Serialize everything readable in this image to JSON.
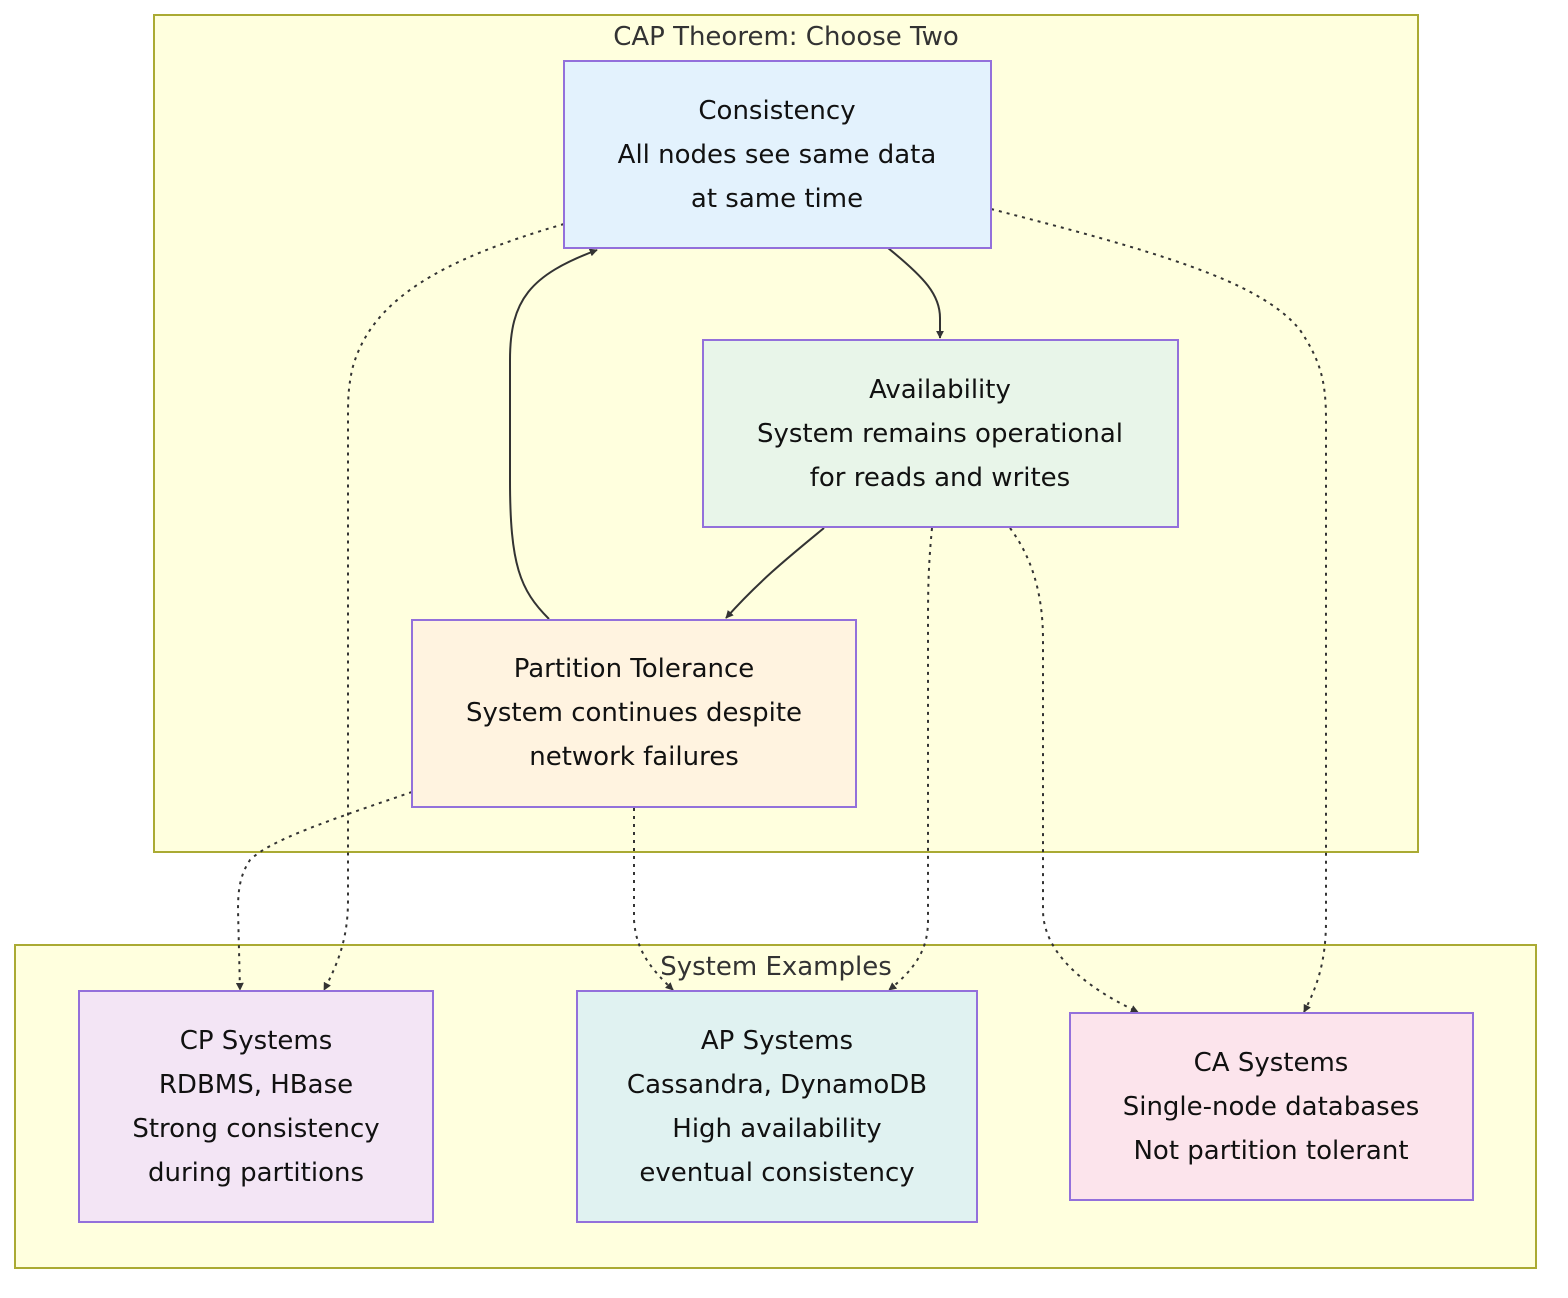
{
  "diagram": {
    "type": "flowchart",
    "clusters": [
      {
        "id": "cap",
        "label": "CAP Theorem: Choose Two"
      },
      {
        "id": "examples",
        "label": "System Examples"
      }
    ],
    "nodes": [
      {
        "id": "C",
        "cluster": "cap",
        "lines": [
          "Consistency",
          "All nodes see same data",
          "at same time"
        ],
        "fill": "#e3f2fd"
      },
      {
        "id": "A",
        "cluster": "cap",
        "lines": [
          "Availability",
          "System remains operational",
          "for reads and writes"
        ],
        "fill": "#e8f5e9"
      },
      {
        "id": "P",
        "cluster": "cap",
        "lines": [
          "Partition Tolerance",
          "System continues despite",
          "network failures"
        ],
        "fill": "#fff3e0"
      },
      {
        "id": "CP",
        "cluster": "examples",
        "lines": [
          "CP Systems",
          "RDBMS, HBase",
          "Strong consistency",
          "during partitions"
        ],
        "fill": "#f3e5f5"
      },
      {
        "id": "AP",
        "cluster": "examples",
        "lines": [
          "AP Systems",
          "Cassandra, DynamoDB",
          "High availability",
          "eventual consistency"
        ],
        "fill": "#e0f2f1"
      },
      {
        "id": "CA",
        "cluster": "examples",
        "lines": [
          "CA Systems",
          "Single-node databases",
          "Not partition tolerant"
        ],
        "fill": "#fce4ec"
      }
    ],
    "edges": [
      {
        "from": "C",
        "to": "A",
        "style": "solid"
      },
      {
        "from": "A",
        "to": "P",
        "style": "solid"
      },
      {
        "from": "P",
        "to": "C",
        "style": "solid"
      },
      {
        "from": "C",
        "to": "CP",
        "style": "dotted"
      },
      {
        "from": "P",
        "to": "CP",
        "style": "dotted"
      },
      {
        "from": "A",
        "to": "AP",
        "style": "dotted"
      },
      {
        "from": "P",
        "to": "AP",
        "style": "dotted"
      },
      {
        "from": "C",
        "to": "CA",
        "style": "dotted"
      },
      {
        "from": "A",
        "to": "CA",
        "style": "dotted"
      }
    ],
    "colors": {
      "cluster_fill": "#ffffde",
      "cluster_stroke": "#aaaa33",
      "node_stroke": "#9370db",
      "edge": "#333333"
    }
  }
}
